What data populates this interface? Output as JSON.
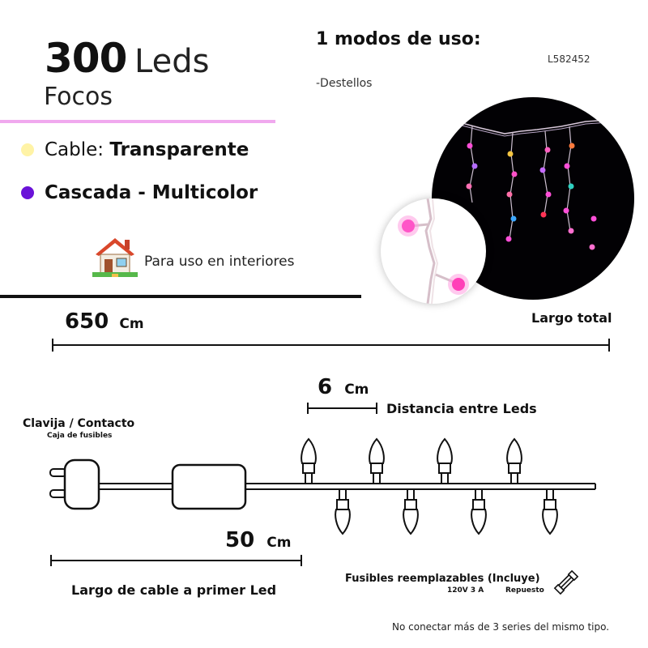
{
  "header": {
    "count": "300",
    "unit": "Leds",
    "type": "Focos"
  },
  "features": {
    "cable_label": "Cable:",
    "cable_value": "Transparente",
    "style": "Cascada - Multicolor",
    "usage": "Para uso en interiores"
  },
  "modes": {
    "title": "1 modos de uso:",
    "code": "L582452",
    "items": [
      "-Destellos"
    ]
  },
  "dimensions": {
    "total_value": "650",
    "total_unit": "Cm",
    "total_label": "Largo total",
    "spacing_value": "6",
    "spacing_unit": "Cm",
    "spacing_label": "Distancia entre Leds",
    "lead_value": "50",
    "lead_unit": "Cm",
    "lead_label": "Largo de cable a primer Led"
  },
  "plug": {
    "title": "Clavija / Contacto",
    "subtitle": "Caja de fusibles"
  },
  "fuses": {
    "title": "Fusibles reemplazables (Incluye)",
    "rating": "120V 3 A",
    "spare": "Repuesto"
  },
  "footer_note": "No conectar más de 3 series del mismo tipo.",
  "colors": {
    "cable_dot": "#fff3a6",
    "style_dot": "#6a12d8",
    "pink_line": "#f0a9ee",
    "photo_bg": "#020104"
  },
  "icons": [
    "house-icon",
    "plug-icon",
    "bulb-icon",
    "fuse-icon"
  ]
}
